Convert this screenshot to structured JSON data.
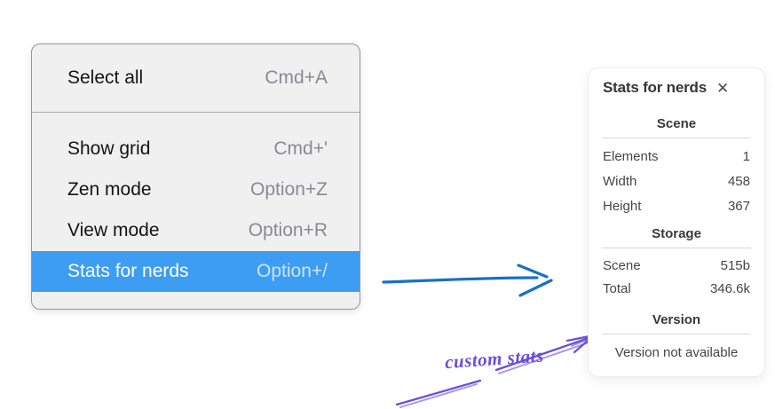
{
  "colors": {
    "menu-highlight": "#3d9df3",
    "arrow-blue": "#1971c2",
    "annotation-violet": "#6b4fd8",
    "menu-bg": "#f0f0f1",
    "panel-bg": "#ffffff"
  },
  "context_menu": {
    "groups": [
      {
        "items": [
          {
            "label": "Select all",
            "shortcut": "Cmd+A",
            "selected": false
          }
        ]
      },
      {
        "items": [
          {
            "label": "Show grid",
            "shortcut": "Cmd+'",
            "selected": false
          },
          {
            "label": "Zen mode",
            "shortcut": "Option+Z",
            "selected": false
          },
          {
            "label": "View mode",
            "shortcut": "Option+R",
            "selected": false
          },
          {
            "label": "Stats for nerds",
            "shortcut": "Option+/",
            "selected": true
          }
        ]
      }
    ]
  },
  "stats_panel": {
    "title": "Stats for nerds",
    "close_glyph": "✕",
    "sections": [
      {
        "title": "Scene",
        "rows": [
          {
            "label": "Elements",
            "value": "1"
          },
          {
            "label": "Width",
            "value": "458"
          },
          {
            "label": "Height",
            "value": "367"
          }
        ]
      },
      {
        "title": "Storage",
        "rows": [
          {
            "label": "Scene",
            "value": "515b"
          },
          {
            "label": "Total",
            "value": "346.6k"
          }
        ]
      },
      {
        "title": "Version",
        "note": "Version not available"
      }
    ]
  },
  "annotations": {
    "custom_stats_label": "custom stats"
  }
}
